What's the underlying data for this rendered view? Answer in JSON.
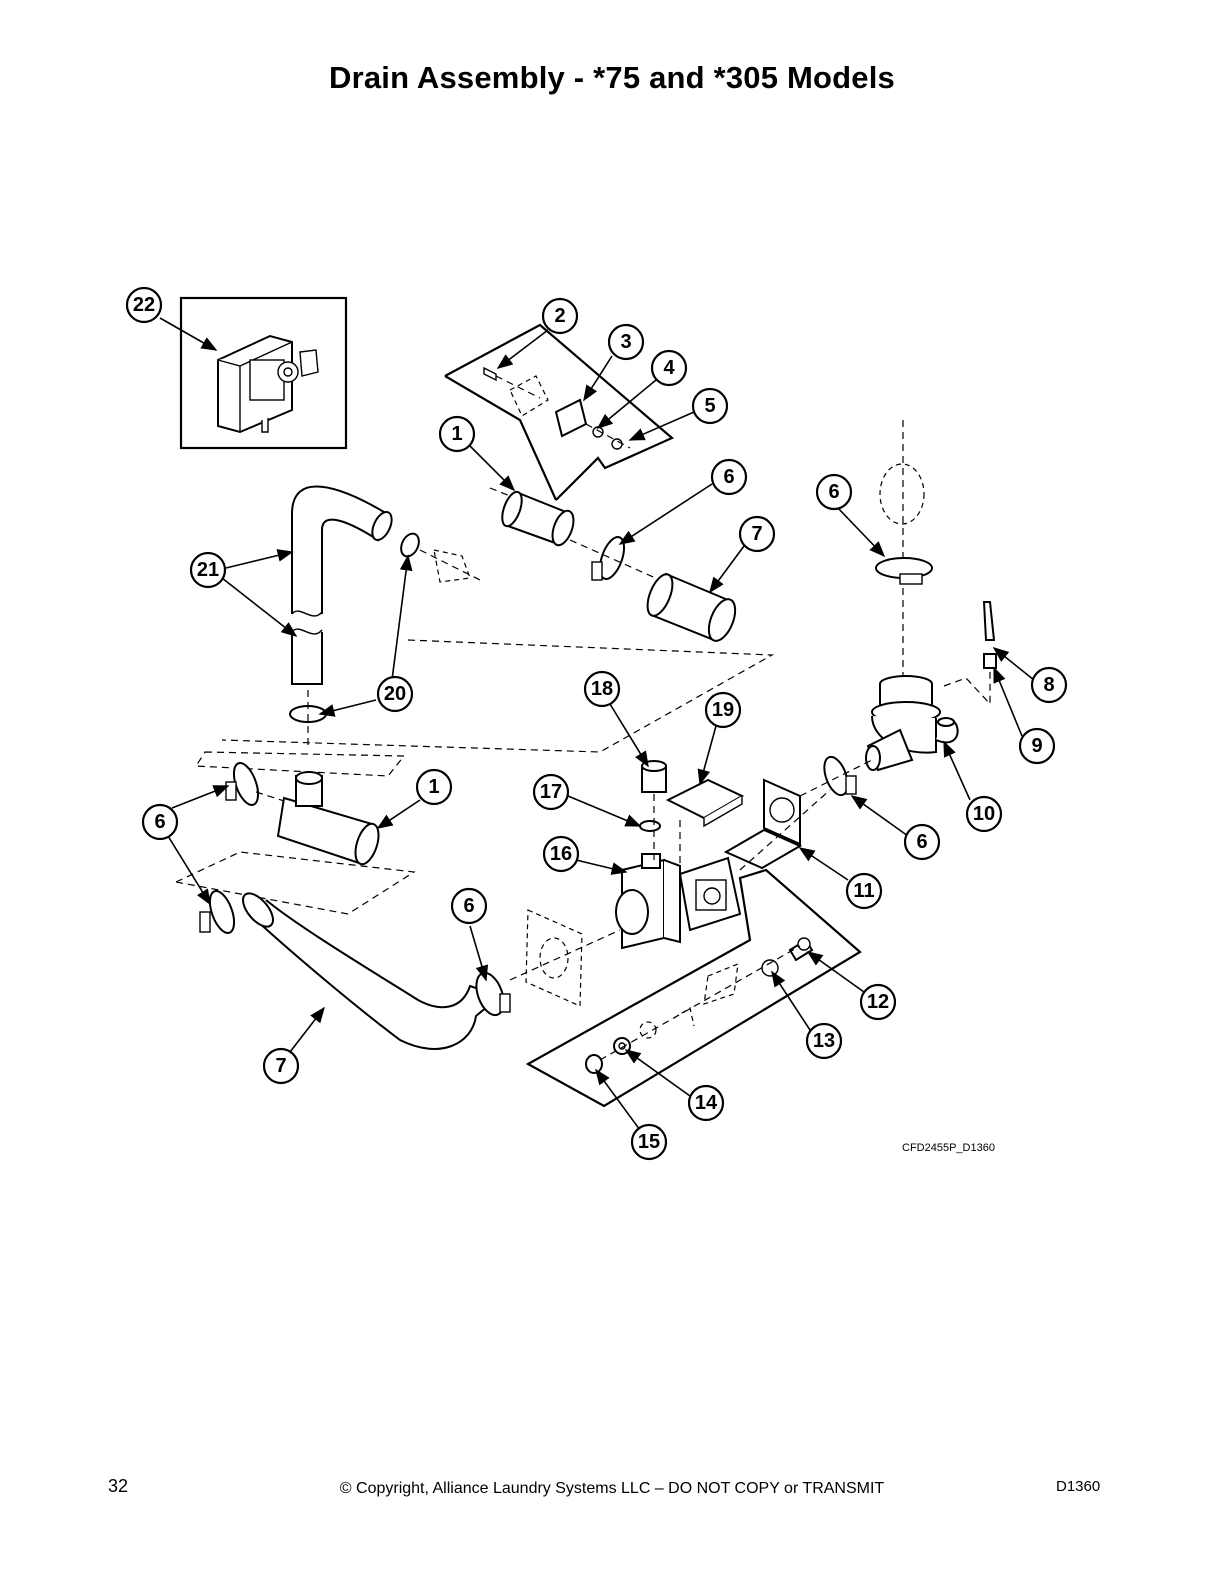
{
  "page": {
    "title": "Drain Assembly - *75 and *305 Models",
    "figure_code": "CFD2455P_D1360",
    "page_number": "32",
    "copyright": "© Copyright, Alliance Laundry Systems LLC – DO NOT COPY or TRANSMIT",
    "doc_code": "D1360"
  },
  "callouts": {
    "c1a": "1",
    "c1b": "1",
    "c2": "2",
    "c3": "3",
    "c4": "4",
    "c5": "5",
    "c6a": "6",
    "c6b": "6",
    "c6c": "6",
    "c6d": "6",
    "c6e": "6",
    "c7a": "7",
    "c7b": "7",
    "c8": "8",
    "c9": "9",
    "c10": "10",
    "c11": "11",
    "c12": "12",
    "c13": "13",
    "c14": "14",
    "c15": "15",
    "c16": "16",
    "c17": "17",
    "c18": "18",
    "c19": "19",
    "c20": "20",
    "c21": "21",
    "c22": "22"
  }
}
